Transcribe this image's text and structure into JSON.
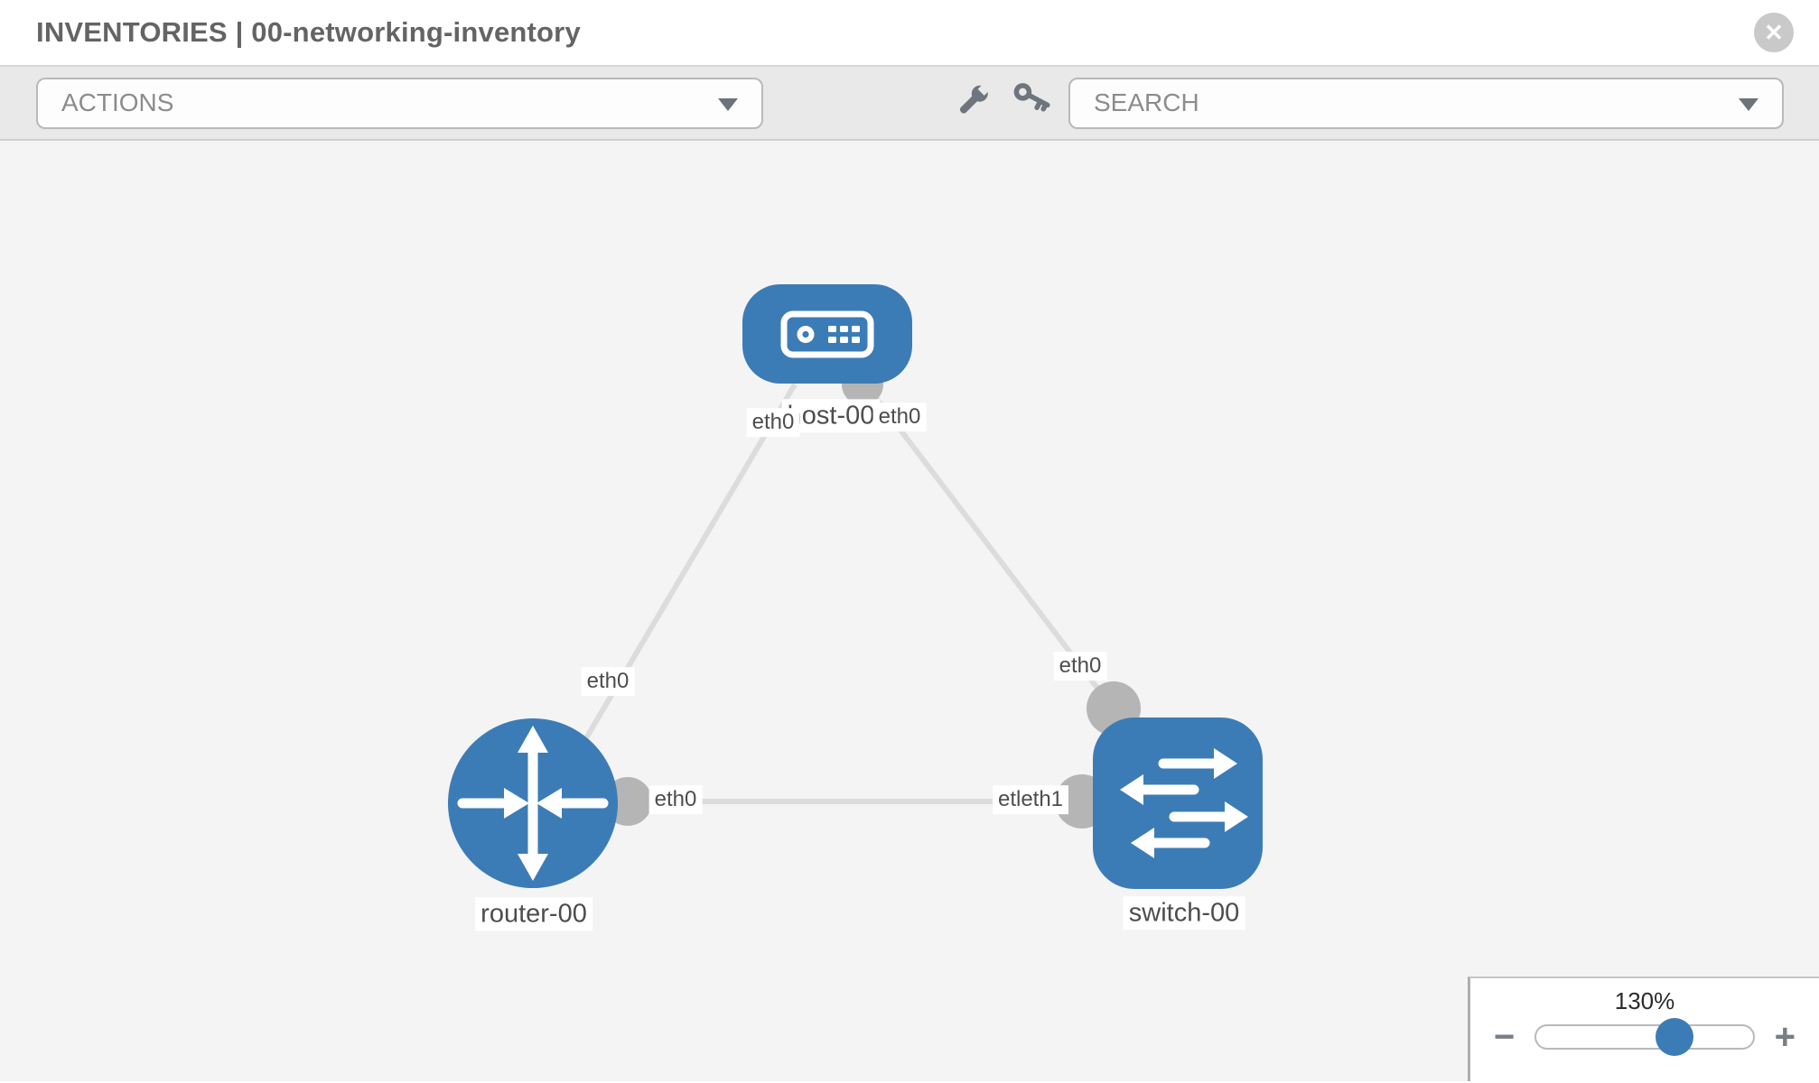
{
  "header": {
    "title": "INVENTORIES | 00-networking-inventory",
    "close_icon": "✕"
  },
  "toolbar": {
    "actions": {
      "placeholder": "ACTIONS"
    },
    "search": {
      "placeholder": "SEARCH"
    },
    "icons": [
      "wrench-icon",
      "key-icon"
    ]
  },
  "topology": {
    "nodes": [
      {
        "id": "host-00",
        "type": "host",
        "label": "host-00"
      },
      {
        "id": "router-00",
        "type": "router",
        "label": "router-00"
      },
      {
        "id": "switch-00",
        "type": "switch",
        "label": "switch-00"
      }
    ],
    "links": [
      {
        "from": "host-00",
        "to": "router-00",
        "from_interface": "eth0",
        "to_interface": "eth0"
      },
      {
        "from": "host-00",
        "to": "switch-00",
        "from_interface": "eth0",
        "to_interface": "eth0"
      },
      {
        "from": "router-00",
        "to": "switch-00",
        "from_interface": "eth0",
        "to_interface": "etleth1"
      }
    ],
    "interface_labels": {
      "host_to_router": "eth0",
      "router_to_host": "eth0",
      "host_to_switch": "eth0",
      "switch_to_host": "eth0",
      "router_to_switch": "eth0",
      "switch_to_router": "etleth1"
    }
  },
  "zoom": {
    "level": "130%",
    "minus": "−",
    "plus": "+"
  },
  "colors": {
    "node_blue": "#3c7cb6",
    "connector_gray": "#b5b5b5",
    "edge_gray": "#dcdcdc",
    "canvas_bg": "#f4f4f5",
    "toolbar_bg": "#e9e9e9"
  }
}
